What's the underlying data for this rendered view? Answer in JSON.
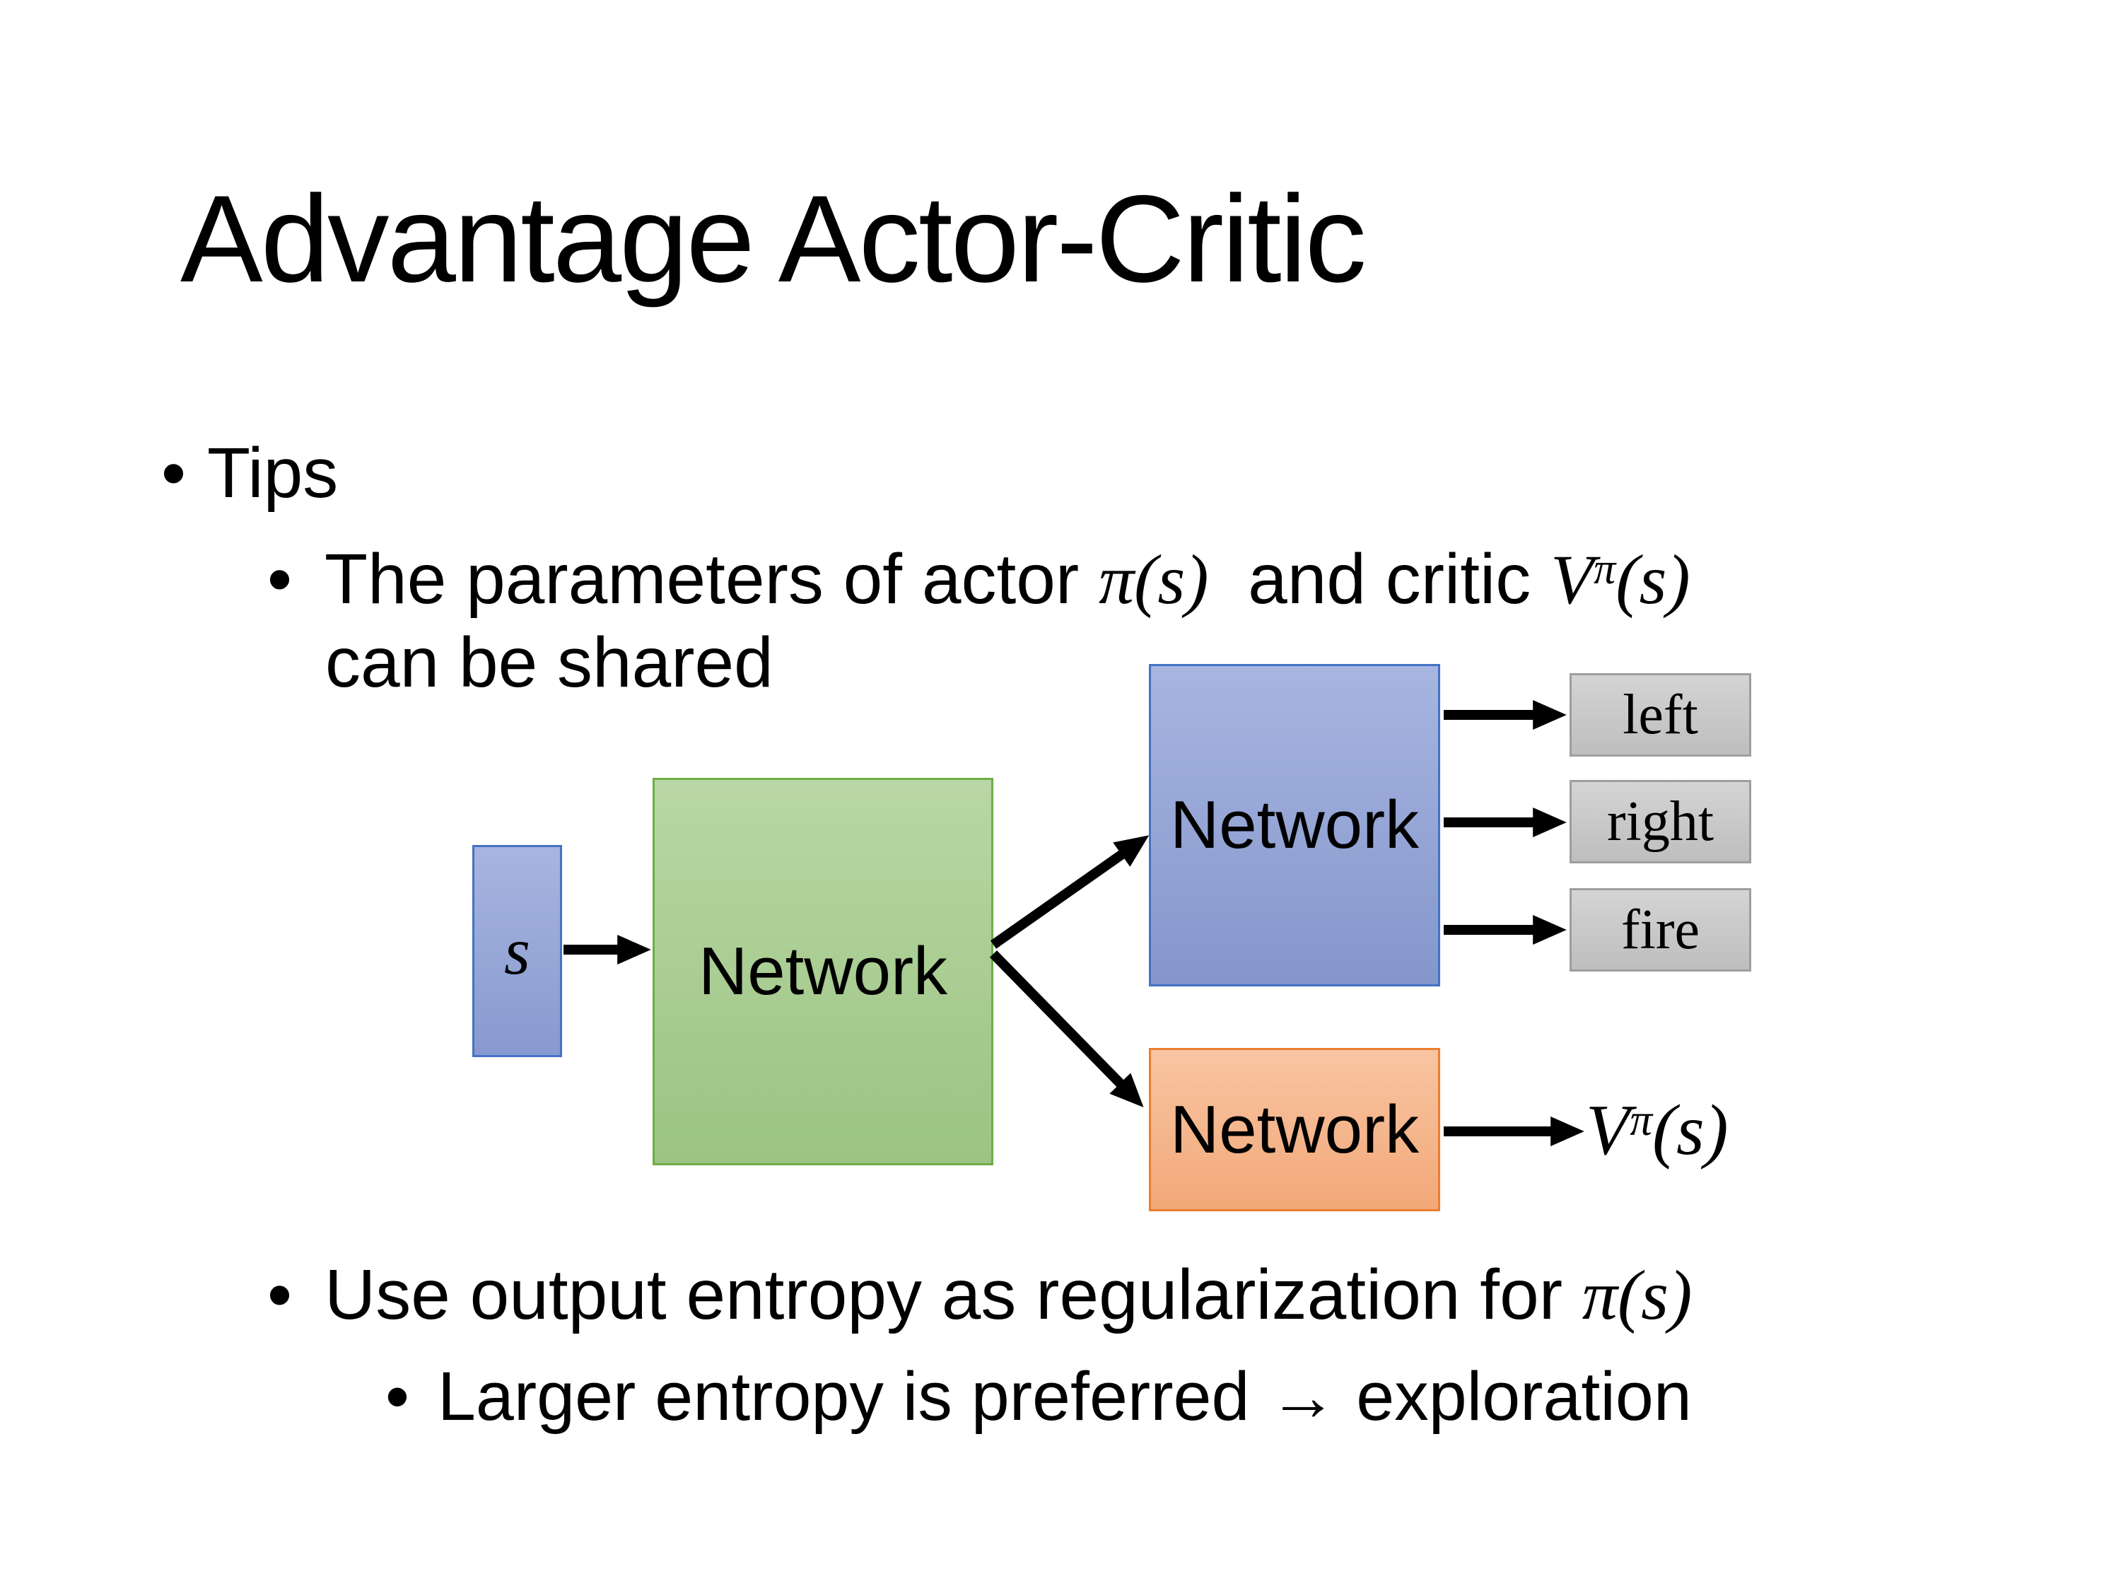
{
  "slide": {
    "title": "Advantage Actor-Critic",
    "bullet_char": "•"
  },
  "bullets": {
    "tips": "Tips",
    "shared_params": {
      "text_a": "The parameters of actor ",
      "math_pi": "π(s)",
      "text_b": "  and critic ",
      "value_base": "V",
      "value_sup": "π",
      "value_args": "(s)",
      "wrap_line": "can be shared"
    },
    "entropy": {
      "text_a": "Use output entropy as regularization for ",
      "math_pi": "π(s)"
    },
    "exploration": "Larger entropy is preferred → exploration"
  },
  "diagram": {
    "state_label": "s",
    "shared_network": "Network",
    "actor_network": "Network",
    "critic_network": "Network",
    "actions": [
      "left",
      "right",
      "fire"
    ],
    "value_output": {
      "base": "V",
      "sup": "π",
      "args": "(s)"
    }
  },
  "colors": {
    "state_fill_top": "#A7B5E0",
    "state_fill_bottom": "#8799CF",
    "state_border": "#4472C4",
    "shared_fill_top": "#B8D7A4",
    "shared_fill_bottom": "#9CC482",
    "shared_border": "#6FAD46",
    "actor_fill_top": "#A7B5E0",
    "actor_fill_bottom": "#8496CC",
    "actor_border": "#4472C4",
    "critic_fill_top": "#F8C5A2",
    "critic_fill_bottom": "#F2A878",
    "critic_border": "#ED7D31",
    "action_fill_top": "#D4D4D4",
    "action_fill_bottom": "#BEBEBE",
    "action_border": "#9E9E9E",
    "arrow": "#000000",
    "text": "#000000",
    "background": "#FFFFFF"
  }
}
